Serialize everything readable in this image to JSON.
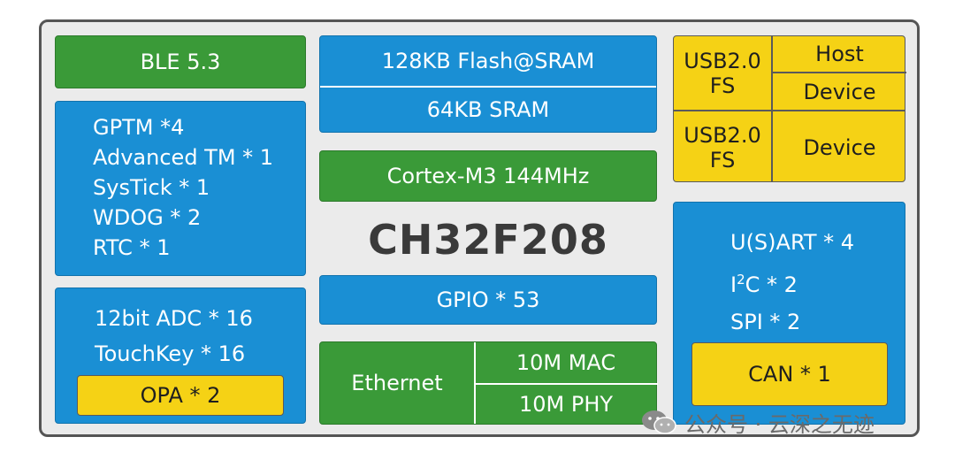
{
  "chip_name": "CH32F208",
  "blocks": {
    "ble": "BLE 5.3",
    "timers": [
      "GPTM *4",
      "Advanced TM * 1",
      "SysTick  * 1",
      "WDOG * 2",
      "RTC * 1"
    ],
    "analog": [
      "12bit ADC * 16",
      "TouchKey * 16"
    ],
    "opa": "OPA * 2",
    "flash": "128KB Flash@SRAM",
    "sram": "64KB SRAM",
    "core": "Cortex-M3  144MHz",
    "gpio": "GPIO * 53",
    "ethernet": "Ethernet",
    "mac": "10M  MAC",
    "phy": "10M  PHY",
    "usb1": {
      "label_line1": "USB2.0",
      "label_line2": "FS",
      "host": "Host",
      "device": "Device"
    },
    "usb2": {
      "label_line1": "USB2.0",
      "label_line2": "FS",
      "device": "Device"
    },
    "serial": {
      "usart": "U(S)ART * 4",
      "i2c_base": "I",
      "i2c_sup": "2",
      "i2c_rest": "C * 2",
      "spi": "SPI * 2"
    },
    "can": "CAN * 1"
  },
  "watermark": "公众号 · 云深之无迹",
  "colors": {
    "green": "#3a9a38",
    "blue": "#1a8fd4",
    "yellow": "#f5d215",
    "frame": "#555555",
    "background": "#ebebeb"
  }
}
